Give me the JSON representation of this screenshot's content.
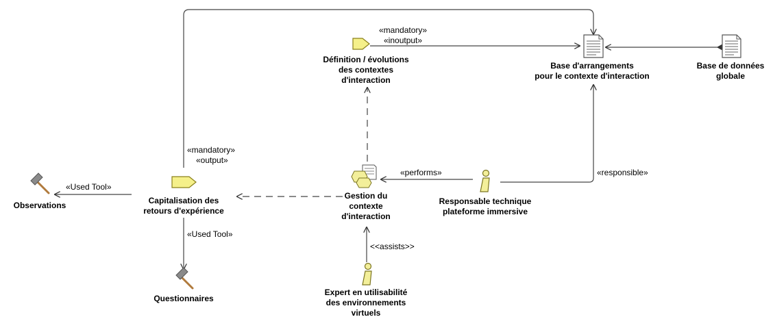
{
  "nodes": {
    "definition": {
      "label": [
        "Définition / évolutions",
        "des contextes",
        "d'interaction"
      ],
      "icon": "work-product-tag-icon"
    },
    "base_arrangements": {
      "label": [
        "Base d'arrangements",
        "pour le contexte d'interaction"
      ],
      "icon": "document-icon"
    },
    "base_donnees": {
      "label": [
        "Base de données",
        "globale"
      ],
      "icon": "document-icon"
    },
    "capitalisation": {
      "label": [
        "Capitalisation des",
        "retours d'expérience"
      ],
      "icon": "work-product-tag-icon"
    },
    "gestion": {
      "label": [
        "Gestion du",
        "contexte",
        "d'interaction"
      ],
      "icon": "task-icon"
    },
    "responsable": {
      "label": [
        "Responsable technique",
        "plateforme immersive"
      ],
      "icon": "role-icon"
    },
    "observations": {
      "label": [
        "Observations"
      ],
      "icon": "hammer-tool-icon"
    },
    "questionnaires": {
      "label": [
        "Questionnaires"
      ],
      "icon": "hammer-tool-icon"
    },
    "expert": {
      "label": [
        "Expert en utilisabilité",
        "des environnements",
        "virtuels"
      ],
      "icon": "role-icon"
    }
  },
  "edge_labels": {
    "def_mandatory": "«mandatory»",
    "def_inoutput": "«inoutput»",
    "cap_mandatory": "«mandatory»",
    "cap_output": "«output»",
    "performs": "«performs»",
    "responsible": "«responsible»",
    "used_tool_obs": "«Used Tool»",
    "used_tool_quest": "«Used Tool»",
    "assists": "<<assists>>"
  },
  "colors": {
    "tag_fill": "#f5f08a",
    "tag_stroke": "#8a7f1a",
    "role_fill": "#f3ef9a",
    "role_stroke": "#7a7420",
    "doc_fill": "#ffffff",
    "doc_stroke": "#555555",
    "hammer_head": "#8a8a8a",
    "hammer_handle": "#b07a3c"
  }
}
